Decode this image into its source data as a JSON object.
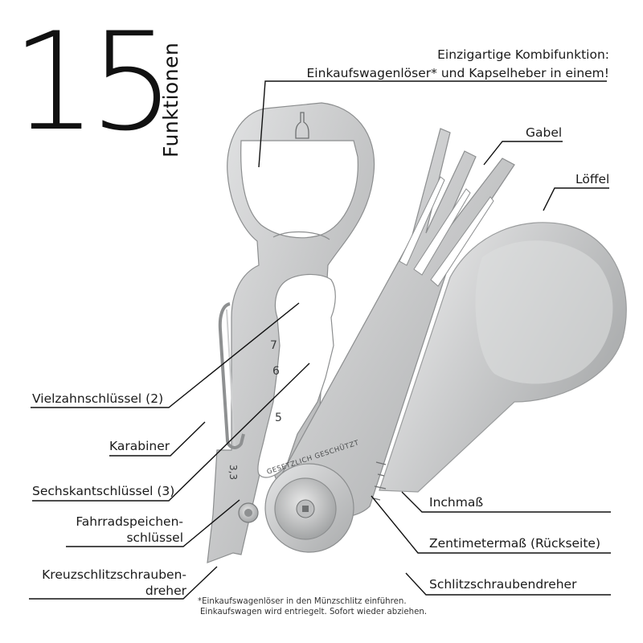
{
  "headline": {
    "number": "15",
    "word": "Funktionen"
  },
  "labels": {
    "kombi_line1": "Einzigartige Kombifunktion:",
    "kombi_line2": "Einkaufswagenlöser* und Kapselheber in einem!",
    "gabel": "Gabel",
    "loeffel": "Löffel",
    "vielzahn": "Vielzahnschlüssel (2)",
    "karabiner": "Karabiner",
    "sechskant": "Sechskantschlüssel (3)",
    "fahrrad_line1": "Fahrradspeichen-",
    "fahrrad_line2": "schlüssel",
    "kreuz_line1": "Kreuzschlitzschrauben-",
    "kreuz_line2": "dreher",
    "inch": "Inchmaß",
    "zentimeter": "Zentimetermaß (Rückseite)",
    "schlitz": "Schlitzschraubendreher"
  },
  "tool_markings": {
    "size_7": "7",
    "size_6": "6",
    "size_5": "5",
    "size_33": "3,3",
    "engraving": "GESETZLICH GESCHÜTZT"
  },
  "footnote": {
    "line1": "*Einkaufswagenlöser in den Münzschlitz einführen.",
    "line2": "Einkaufswagen wird entriegelt. Sofort wieder abziehen."
  },
  "colors": {
    "steel": "#c9cacb",
    "steel_dark": "#8e9091",
    "line": "#111111"
  }
}
